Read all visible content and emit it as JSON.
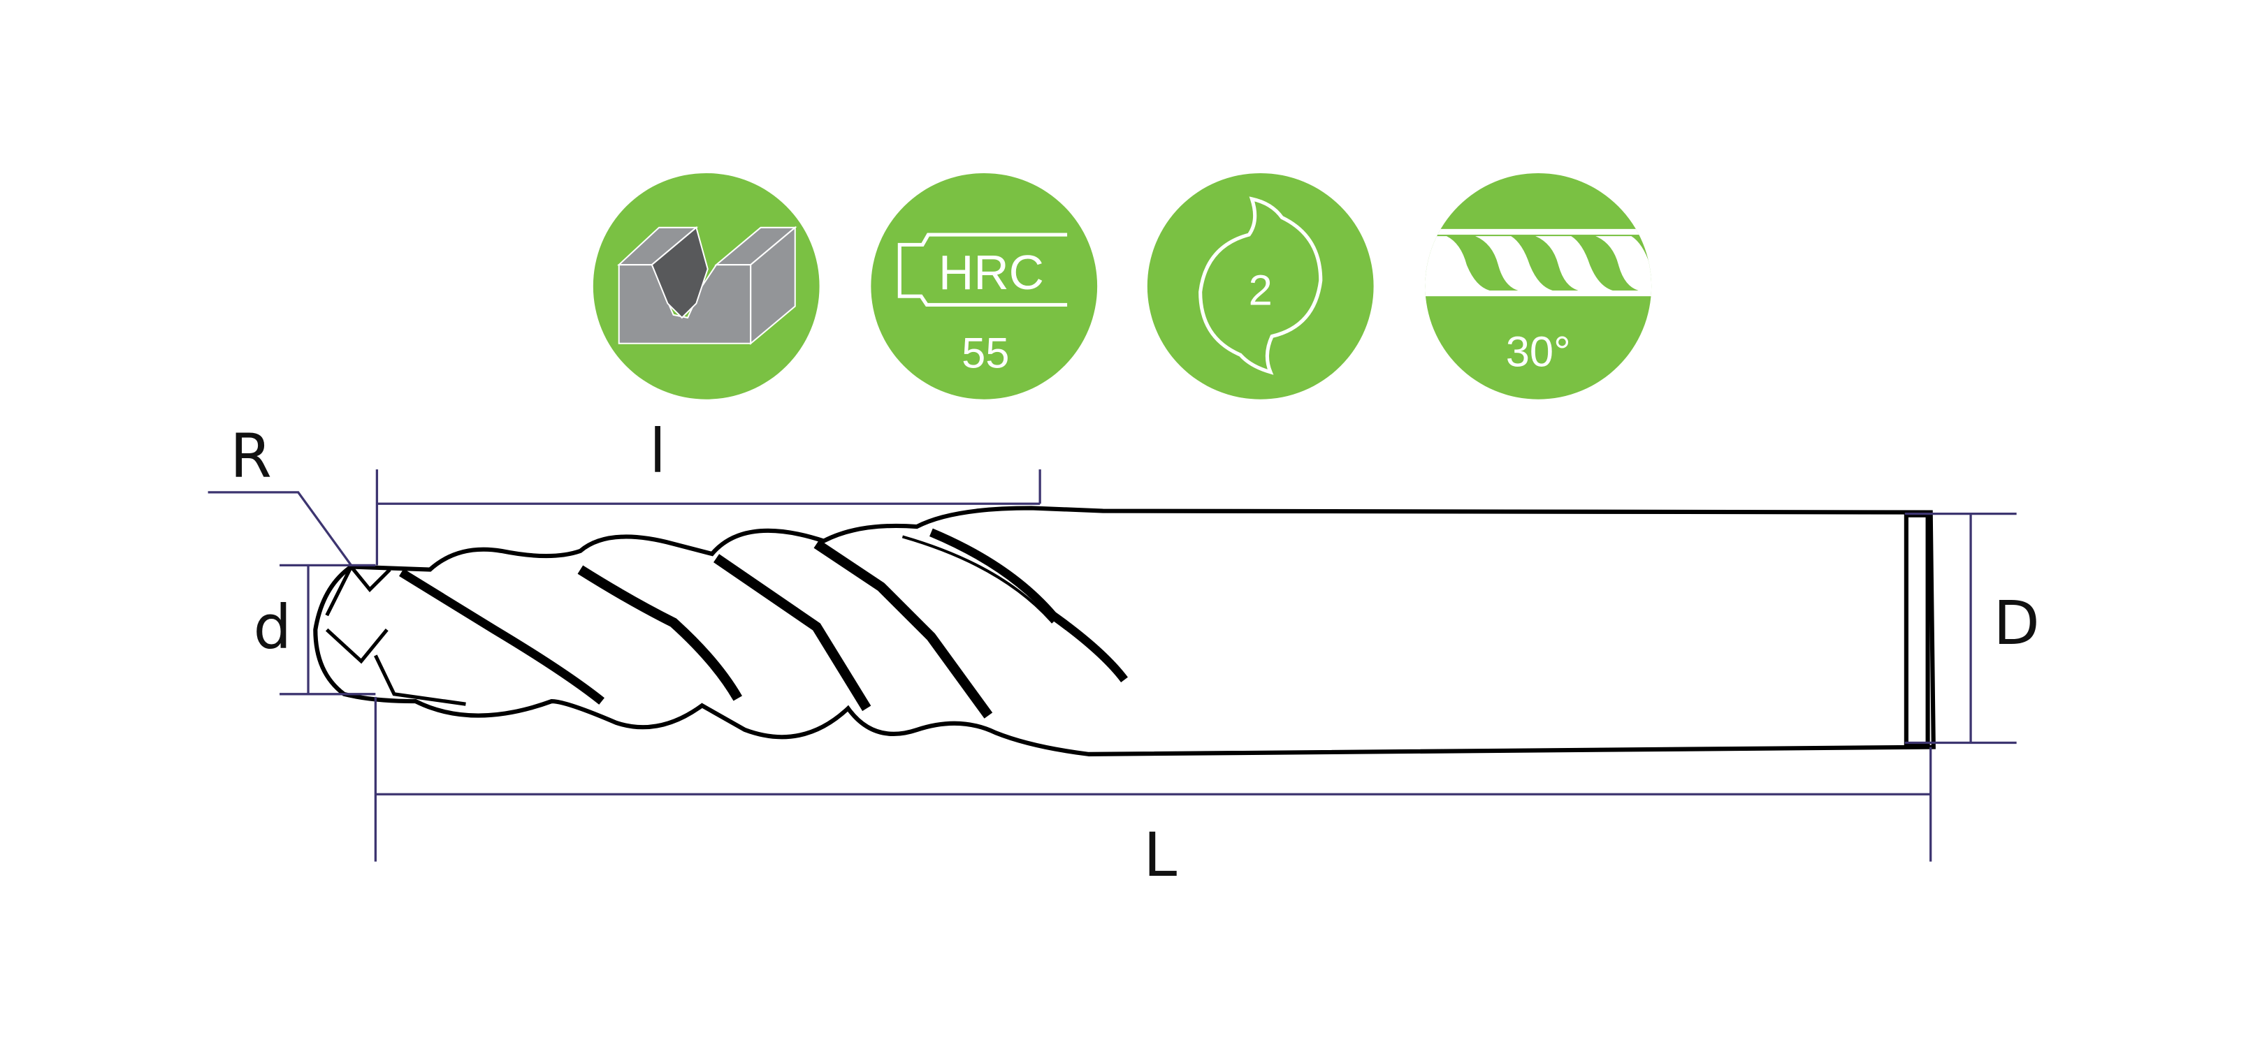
{
  "colors": {
    "badge": "#7ac143",
    "dimension_line": "#3d3570",
    "block_light": "#939598",
    "block_dark": "#58595b",
    "outline": "#000000"
  },
  "icons": [
    {
      "name": "groove-profile-icon"
    },
    {
      "name": "hardness-icon",
      "label": "HRC",
      "value": "55"
    },
    {
      "name": "flute-count-icon",
      "value": "2"
    },
    {
      "name": "helix-angle-icon",
      "value": "30°"
    }
  ],
  "dimensions": {
    "radius": "R",
    "cutting_length": "l",
    "cutting_diameter": "d",
    "shank_diameter": "D",
    "overall_length": "L"
  }
}
